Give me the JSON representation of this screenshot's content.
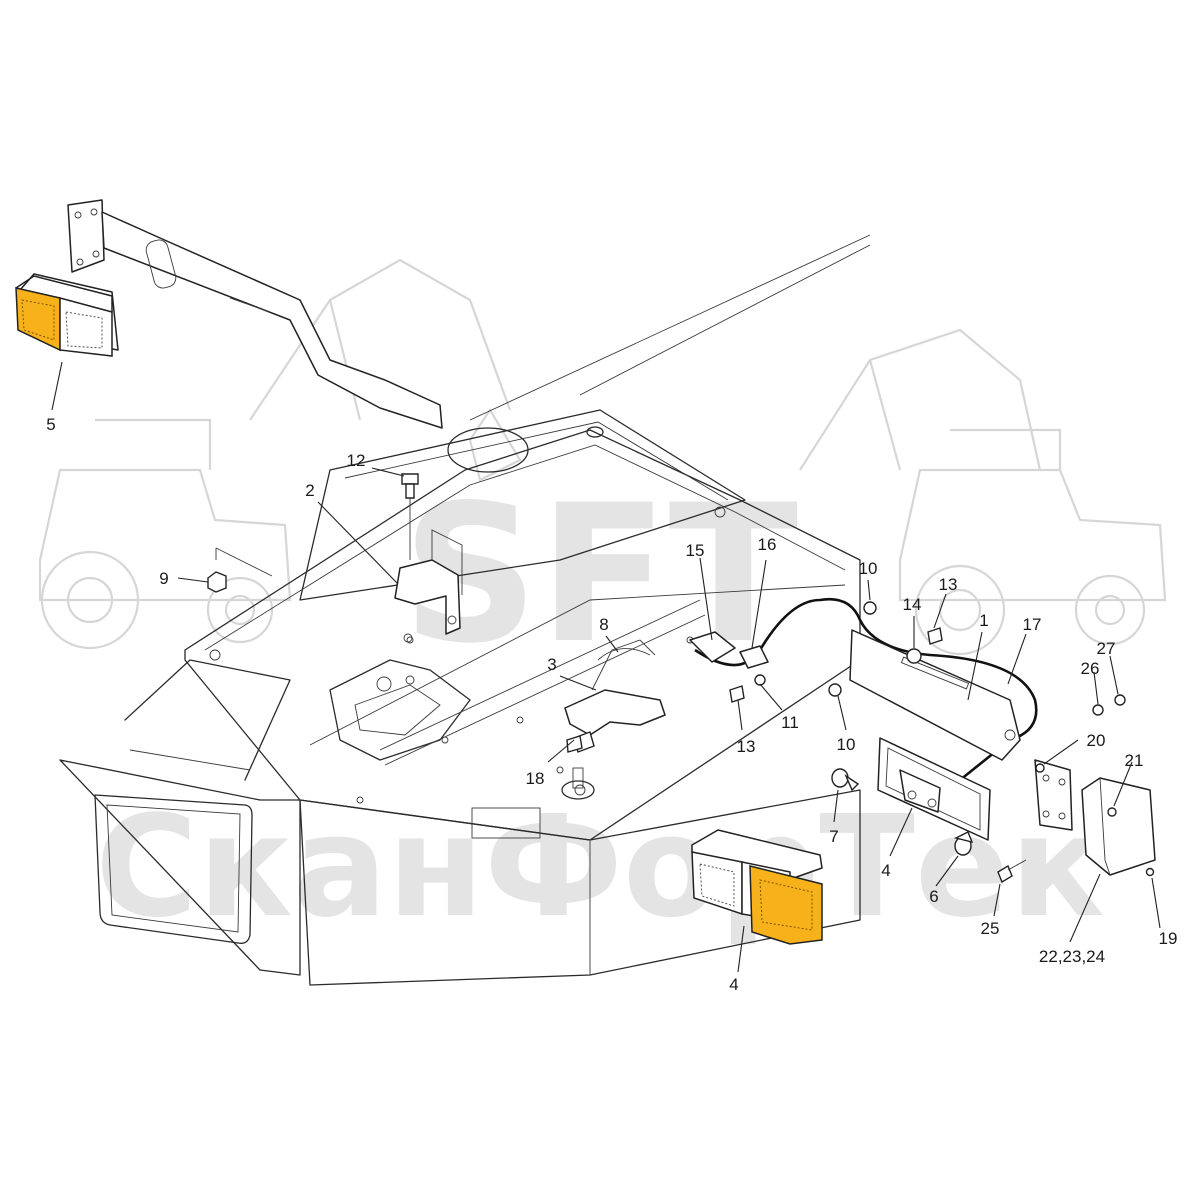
{
  "watermark": {
    "logo_text": "SFT",
    "company_text": "СканФорТек"
  },
  "colors": {
    "amber_lens": "#f7b21b",
    "white_lens": "#ffffff",
    "line": "#2b2b2b",
    "watermark": "#d9d9d9"
  },
  "callouts": {
    "c1": "1",
    "c2": "2",
    "c3": "3",
    "c4_lamp": "4",
    "c4_bracket": "4",
    "c5": "5",
    "c6": "6",
    "c7": "7",
    "c8": "8",
    "c9": "9",
    "c10_top": "10",
    "c10_bottom": "10",
    "c11": "11",
    "c12": "12",
    "c13_top": "13",
    "c13_bottom": "13",
    "c14": "14",
    "c15": "15",
    "c16": "16",
    "c17": "17",
    "c18": "18",
    "c19": "19",
    "c20": "20",
    "c21": "21",
    "c22_24": "22,23,24",
    "c25": "25",
    "c26": "26",
    "c27": "27"
  }
}
